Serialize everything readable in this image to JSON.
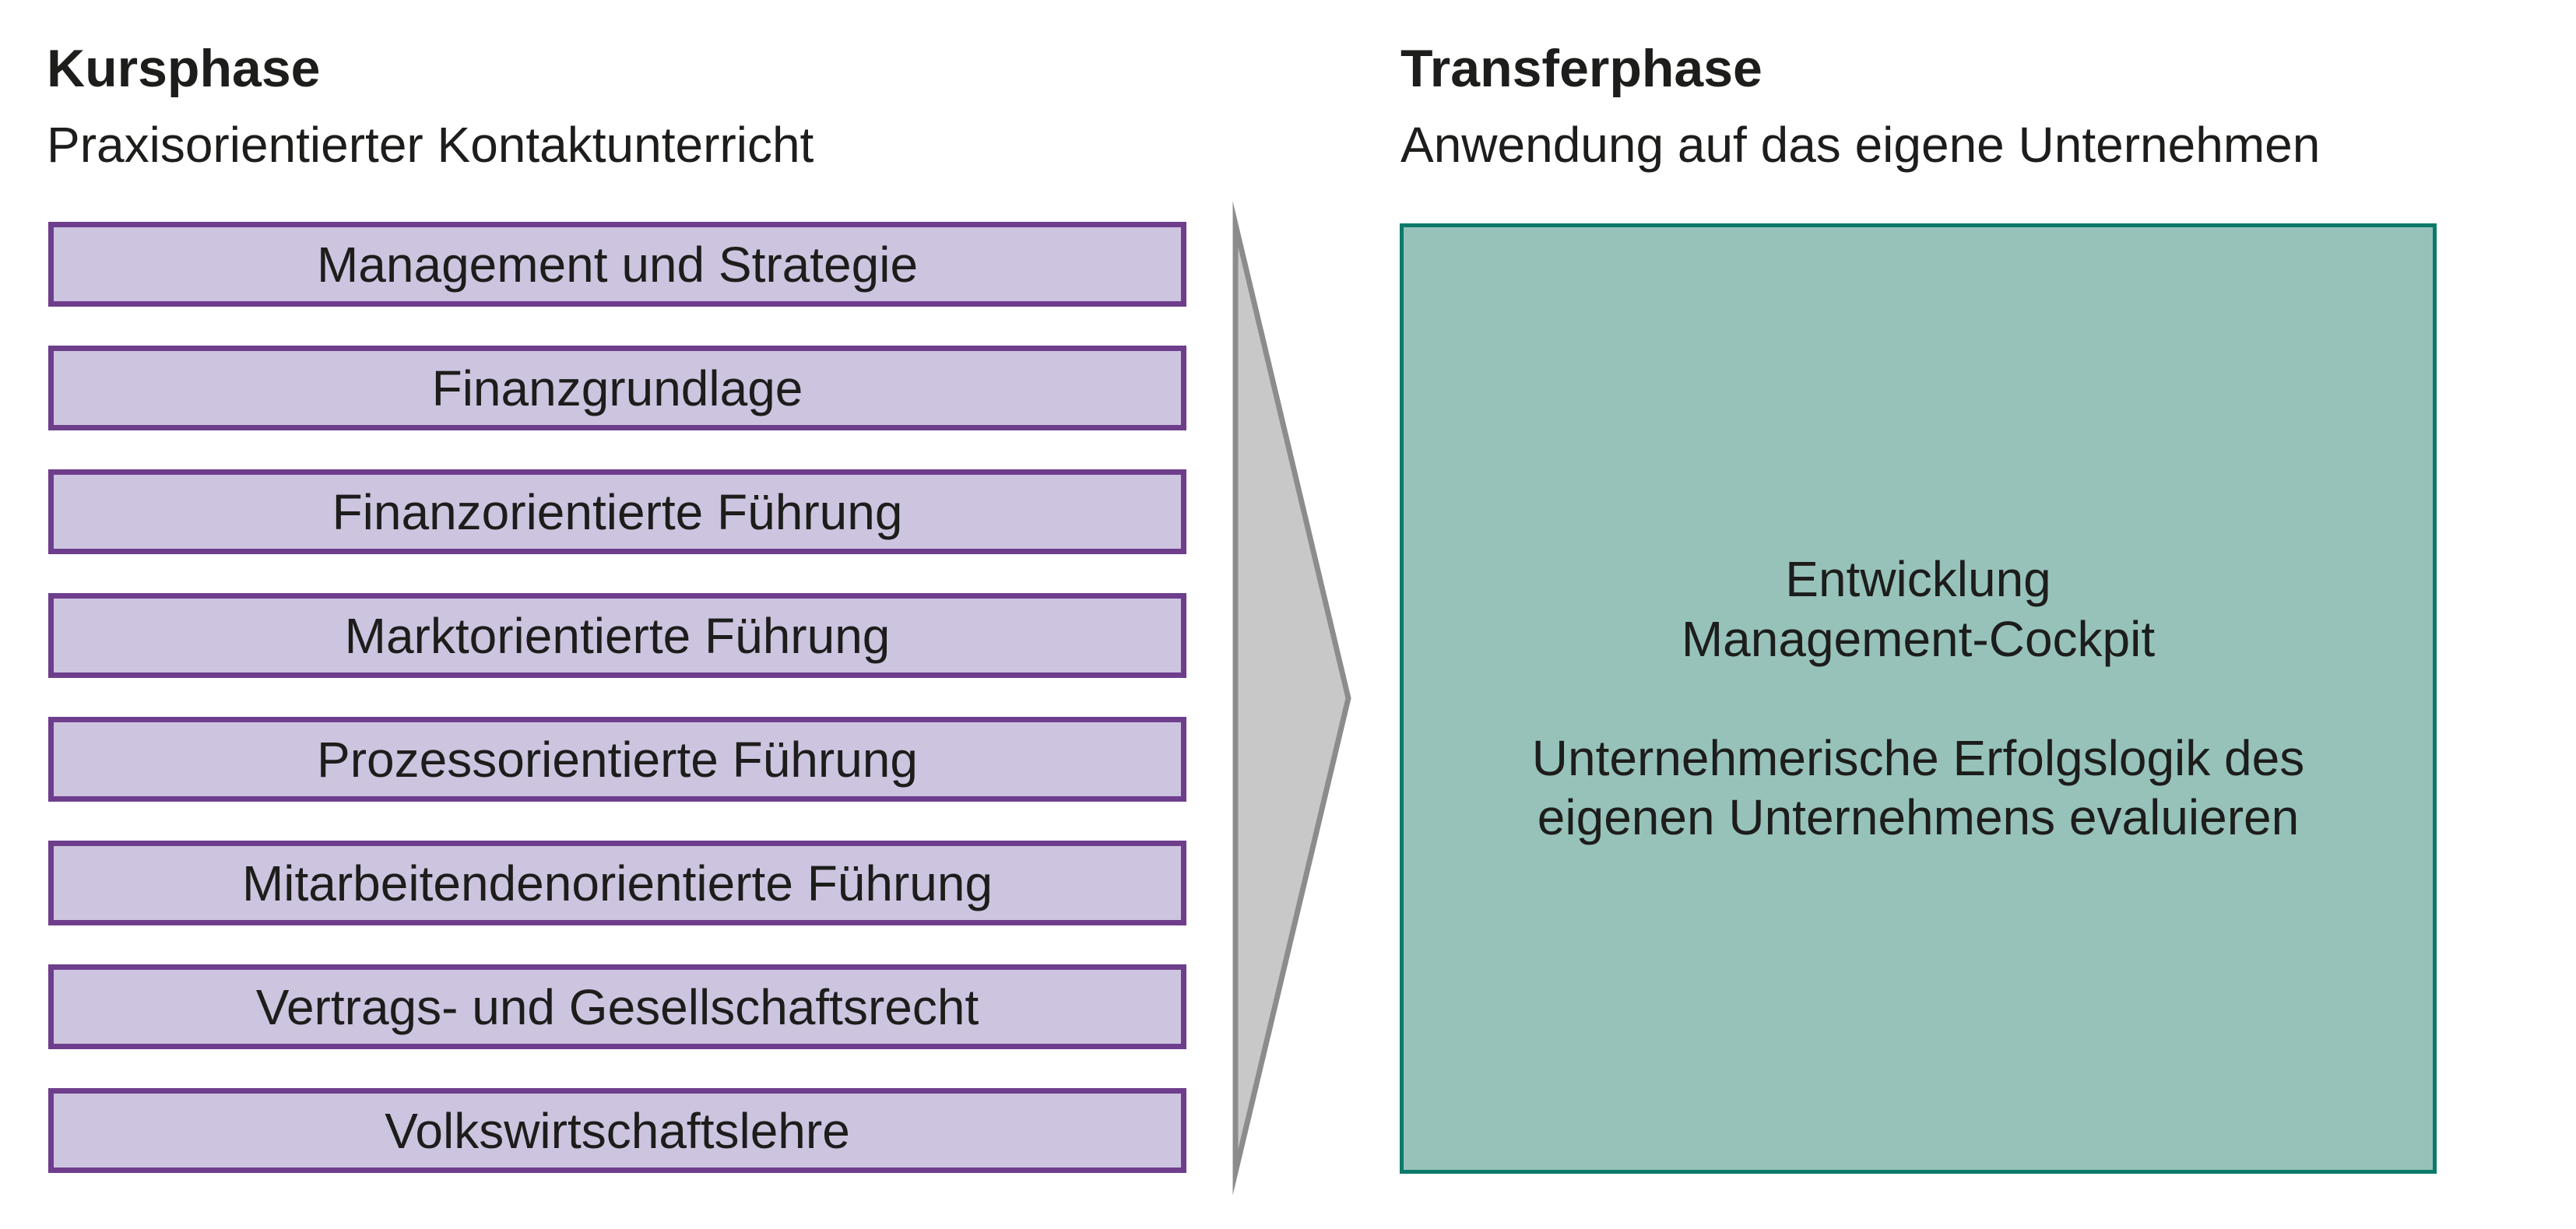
{
  "left_panel": {
    "title": "Kursphase",
    "subtitle": "Praxisorientierter Kontaktunterricht",
    "modules": [
      "Management und Strategie",
      "Finanzgrundlage",
      "Finanzorientierte Führung",
      "Marktorientierte Führung",
      "Prozessorientierte Führung",
      "Mitarbeitendenorientierte Führung",
      "Vertrags- und Gesellschaftsrecht",
      "Volkswirtschaftslehre"
    ]
  },
  "right_panel": {
    "title": "Transferphase",
    "subtitle": "Anwendung auf das eigene Unternehmen",
    "box": {
      "heading_line1": "Entwicklung",
      "heading_line2": "Management-Cockpit",
      "body_line1": "Unternehmerische Erfolgslogik des",
      "body_line2": "eigenen Unternehmens evaluieren"
    }
  },
  "arrow": {
    "icon": "right-arrow"
  },
  "colors": {
    "page-bg": "#ffffff",
    "text": "#1d1d1b",
    "purple-fill": "#cdc4e0",
    "purple-border": "#6e3e8c",
    "teal-fill": "#96c2ba",
    "teal-border": "#0b7a6a",
    "arrow-fill": "#c8c8c8",
    "arrow-stroke": "#8c8c8c"
  }
}
